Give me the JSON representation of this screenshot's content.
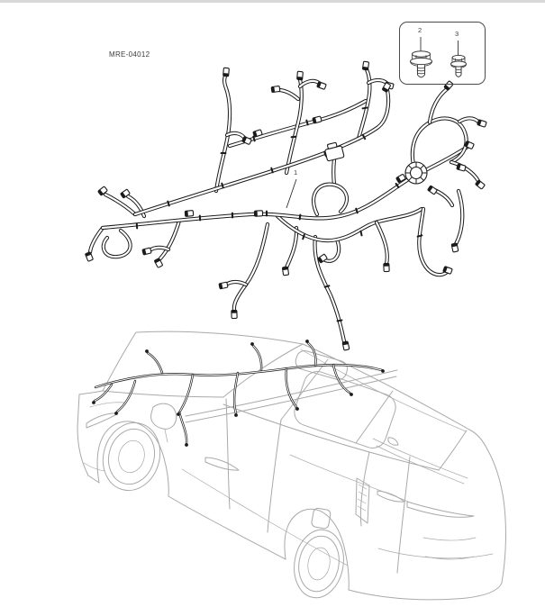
{
  "figure": {
    "code": "MRE-04012",
    "callouts": {
      "harness": "1",
      "bolt_large": "2",
      "bolt_small": "3"
    }
  },
  "colors": {
    "background": "#ffffff",
    "top_strip": "#d8d8d8",
    "harness_line": "#1a1a1a",
    "vehicle_line": "#a9a9a9",
    "text": "#3c3c3c",
    "parts_box_border": "#4a4a4a"
  }
}
